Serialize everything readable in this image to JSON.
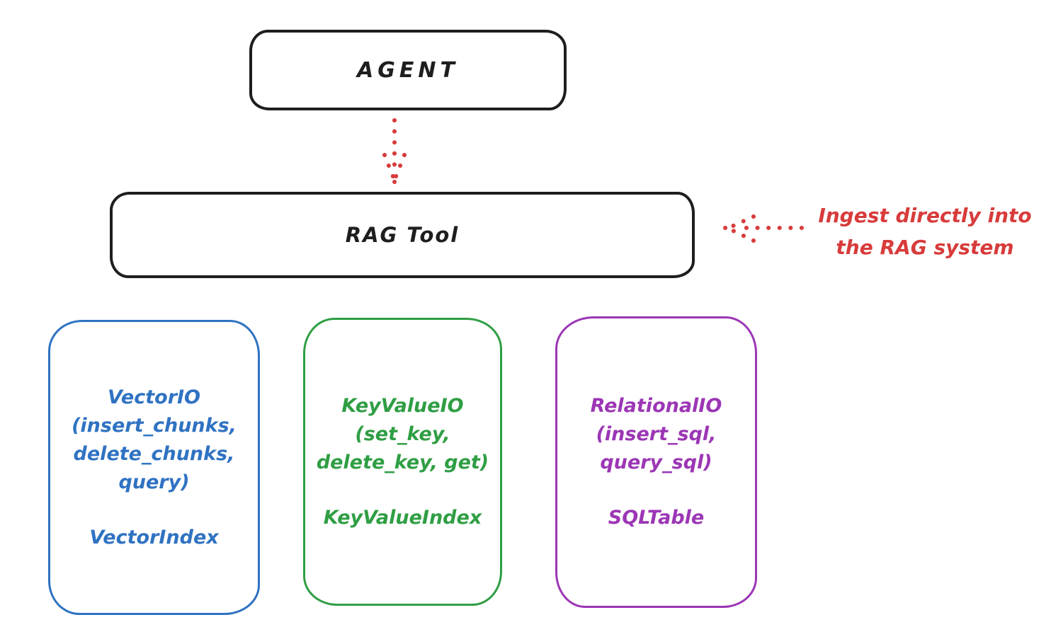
{
  "agent_box": {
    "label": "AGENT"
  },
  "rag_tool_box": {
    "label": "RAG Tool"
  },
  "annotation": {
    "line1": "Ingest directly into",
    "line2": "the RAG system"
  },
  "backends": [
    {
      "name": "vector-io",
      "lines": [
        "VectorIO",
        "(insert_chunks,",
        "delete_chunks,",
        "query)"
      ],
      "index_label": "VectorIndex",
      "color": "#2f72c2"
    },
    {
      "name": "key-value-io",
      "lines": [
        "KeyValueIO",
        "(set_key,",
        "delete_key, get)"
      ],
      "index_label": "KeyValueIndex",
      "color": "#2f9e44"
    },
    {
      "name": "relational-io",
      "lines": [
        "RelationalIO",
        "(insert_sql,",
        "query_sql)"
      ],
      "index_label": "SQLTable",
      "color": "#9c36b5"
    }
  ],
  "colors": {
    "outline_black": "#1e1e1e",
    "arrow_red": "#d83b3b",
    "vector_blue": "#2f72c2",
    "keyvalue_green": "#2f9e44",
    "relational_purple": "#9c36b5",
    "background": "#ffffff"
  }
}
